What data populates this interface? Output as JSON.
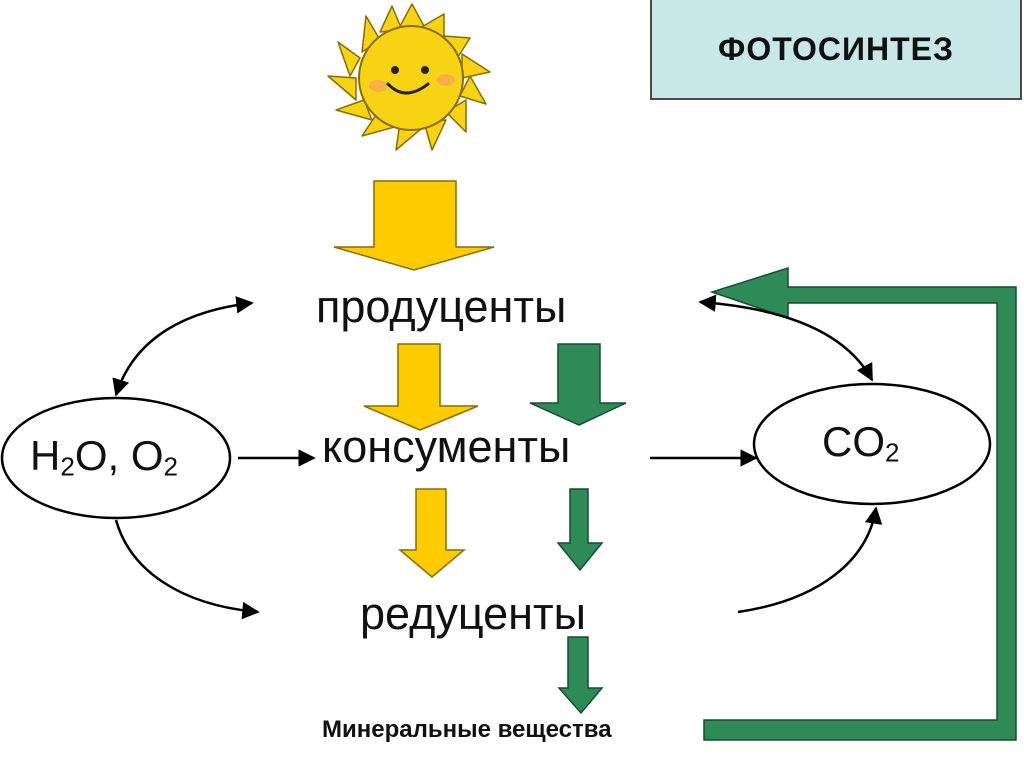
{
  "title": "ФОТОСИНТЕЗ",
  "nodes": {
    "producers": "продуценты",
    "consumers": "консументы",
    "decomposers": "редуценты",
    "minerals": "Минеральные вещества"
  },
  "water_oxygen": {
    "h": "H",
    "sub1": "2",
    "mid": "O, O",
    "sub2": "2"
  },
  "carbon_dioxide": {
    "main": "CO",
    "sub": "2"
  },
  "colors": {
    "sun": "#f8d313",
    "energy_arrow": "#ffcc00",
    "matter_arrow": "#2e8b57",
    "title_bg": "#c7e7e9"
  }
}
